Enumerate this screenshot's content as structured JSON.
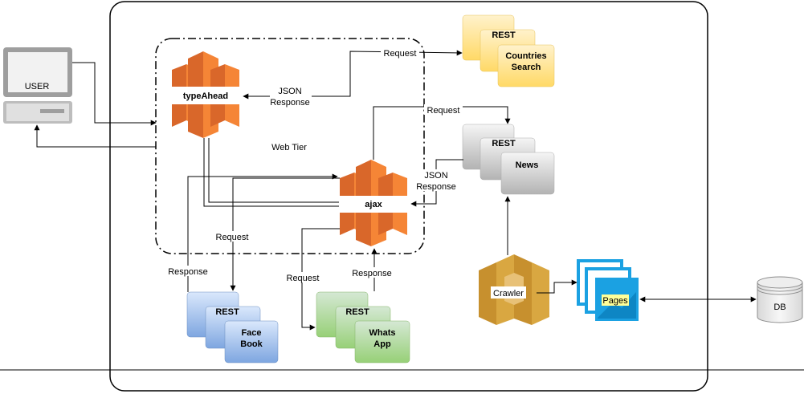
{
  "diagram": {
    "user": {
      "label": "USER"
    },
    "web_tier": {
      "label": "Web Tier"
    },
    "type_ahead": {
      "label": "typeAhead"
    },
    "ajax": {
      "label": "ajax"
    },
    "crawler": {
      "label": "Crawler"
    },
    "pages": {
      "label": "Pages"
    },
    "db": {
      "label": "DB"
    },
    "services": {
      "countries": {
        "tag": "REST",
        "line1": "Countries",
        "line2": "Search"
      },
      "news": {
        "tag": "REST",
        "line1": "News"
      },
      "facebook": {
        "tag": "REST",
        "line1": "Face",
        "line2": "Book"
      },
      "whatsapp": {
        "tag": "REST",
        "line1": "Whats",
        "line2": "App"
      }
    },
    "edges": {
      "request_countries": "Request",
      "json_response_1a": "JSON",
      "json_response_1b": "Response",
      "request_news": "Request",
      "json_response_2a": "JSON",
      "json_response_2b": "Response",
      "request_facebook": "Request",
      "response_facebook": "Response",
      "request_whatsapp": "Request",
      "response_whatsapp": "Response"
    },
    "colors": {
      "aws_orange": "#F58536",
      "aws_orange_dark": "#D9672A",
      "crawler_gold": "#D9A741",
      "yellow_card": "#FFD966",
      "gray_card": "#C8C8C8",
      "blue_card": "#7EA6E0",
      "green_card": "#97D077",
      "pages_blue": "#1BA1E2"
    }
  }
}
